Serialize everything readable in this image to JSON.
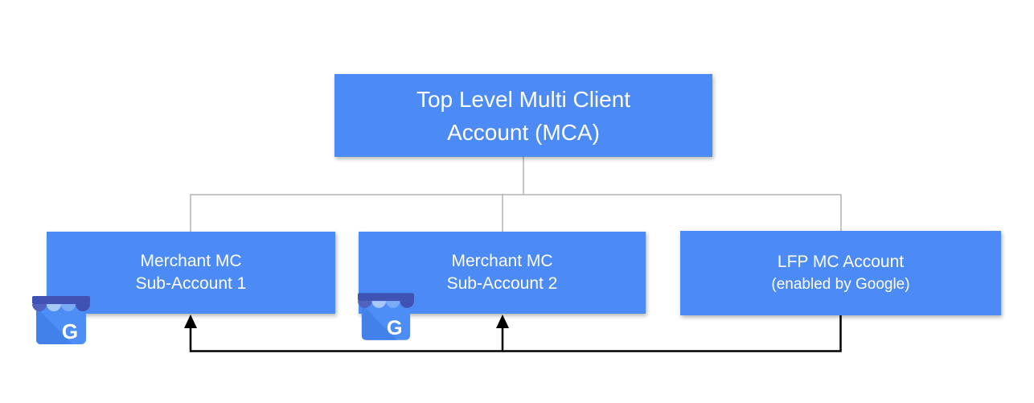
{
  "nodes": {
    "top": {
      "line1": "Top Level Multi Client",
      "line2": "Account (MCA)"
    },
    "sub1": {
      "line1": "Merchant MC",
      "line2": "Sub-Account 1"
    },
    "sub2": {
      "line1": "Merchant MC",
      "line2": "Sub-Account 2"
    },
    "lfp": {
      "line1": "LFP MC Account",
      "line2": "(enabled by Google)"
    }
  },
  "icon": {
    "name": "google-my-business-storefront",
    "g_letter": "G"
  },
  "colors": {
    "node_fill": "#4C8BF5",
    "node_text": "#FFFFFF",
    "tree_line": "#B3B3B3",
    "arrow": "#000000",
    "icon_body": "#4C8DF6",
    "icon_fold": "#4280EA",
    "awning_bar": "#4052B4",
    "awning_scallops": [
      "#5163BE",
      "#A8C7FA",
      "#7BABF7",
      "#3F51B5"
    ]
  }
}
